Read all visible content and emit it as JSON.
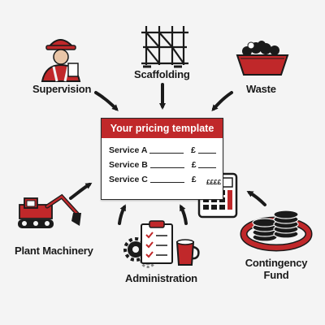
{
  "nodes": {
    "supervision": "Supervision",
    "scaffolding": "Scaffolding",
    "waste": "Waste",
    "plant_machinery": "Plant Machinery",
    "administration": "Administration",
    "contingency_fund_line1": "Contingency",
    "contingency_fund_line2": "Fund"
  },
  "template": {
    "title": "Your pricing template",
    "rows": [
      {
        "service": "Service A",
        "currency": "£"
      },
      {
        "service": "Service B",
        "currency": "£"
      },
      {
        "service": "Service C",
        "currency": "£"
      }
    ]
  },
  "calculator": {
    "display": "££££"
  },
  "colors": {
    "accent_red": "#c0282a",
    "dark": "#1a1a1a"
  },
  "icons": [
    "worker-icon",
    "scaffolding-icon",
    "waste-skip-icon",
    "excavator-icon",
    "clipboard-icon",
    "gears-icon",
    "mug-icon",
    "calculator-icon",
    "coin-stack-icon"
  ]
}
